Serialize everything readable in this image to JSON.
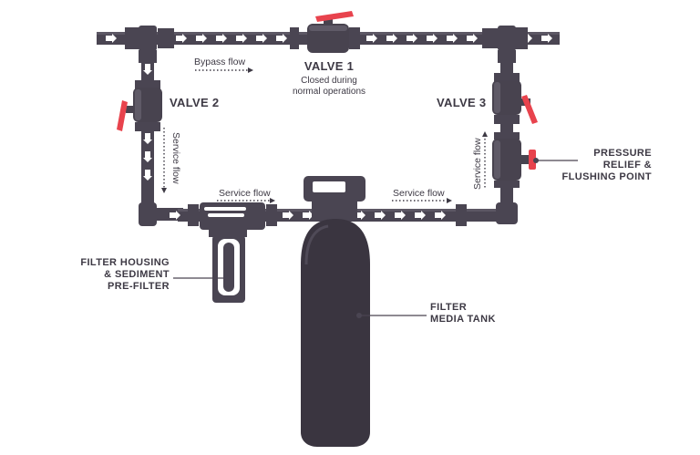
{
  "colors": {
    "pipe": "#4a4552",
    "pipe_dark": "#37333d",
    "valve_body": "#48434f",
    "valve_light": "#5f5a67",
    "handle": "#e8434d",
    "arrow": "#ffffff",
    "label": "#3d3944",
    "tank": "#3a3540",
    "housing": "#4a4552"
  },
  "labels": {
    "valve1": "VALVE 1",
    "valve1_note_line1": "Closed during",
    "valve1_note_line2": "normal operations",
    "valve2": "VALVE 2",
    "valve3": "VALVE 3",
    "bypass_flow": "Bypass flow",
    "service_flow_left": "Service flow",
    "service_flow_bottom_left": "Service flow",
    "service_flow_bottom_right": "Service flow",
    "service_flow_right": "Service flow",
    "pressure_line1": "PRESSURE",
    "pressure_line2": "RELIEF &",
    "pressure_line3": "FLUSHING POINT",
    "filter_housing_line1": "FILTER HOUSING",
    "filter_housing_line2": "& SEDIMENT",
    "filter_housing_line3": "PRE-FILTER",
    "media_tank_line1": "FILTER",
    "media_tank_line2": "MEDIA TANK"
  }
}
